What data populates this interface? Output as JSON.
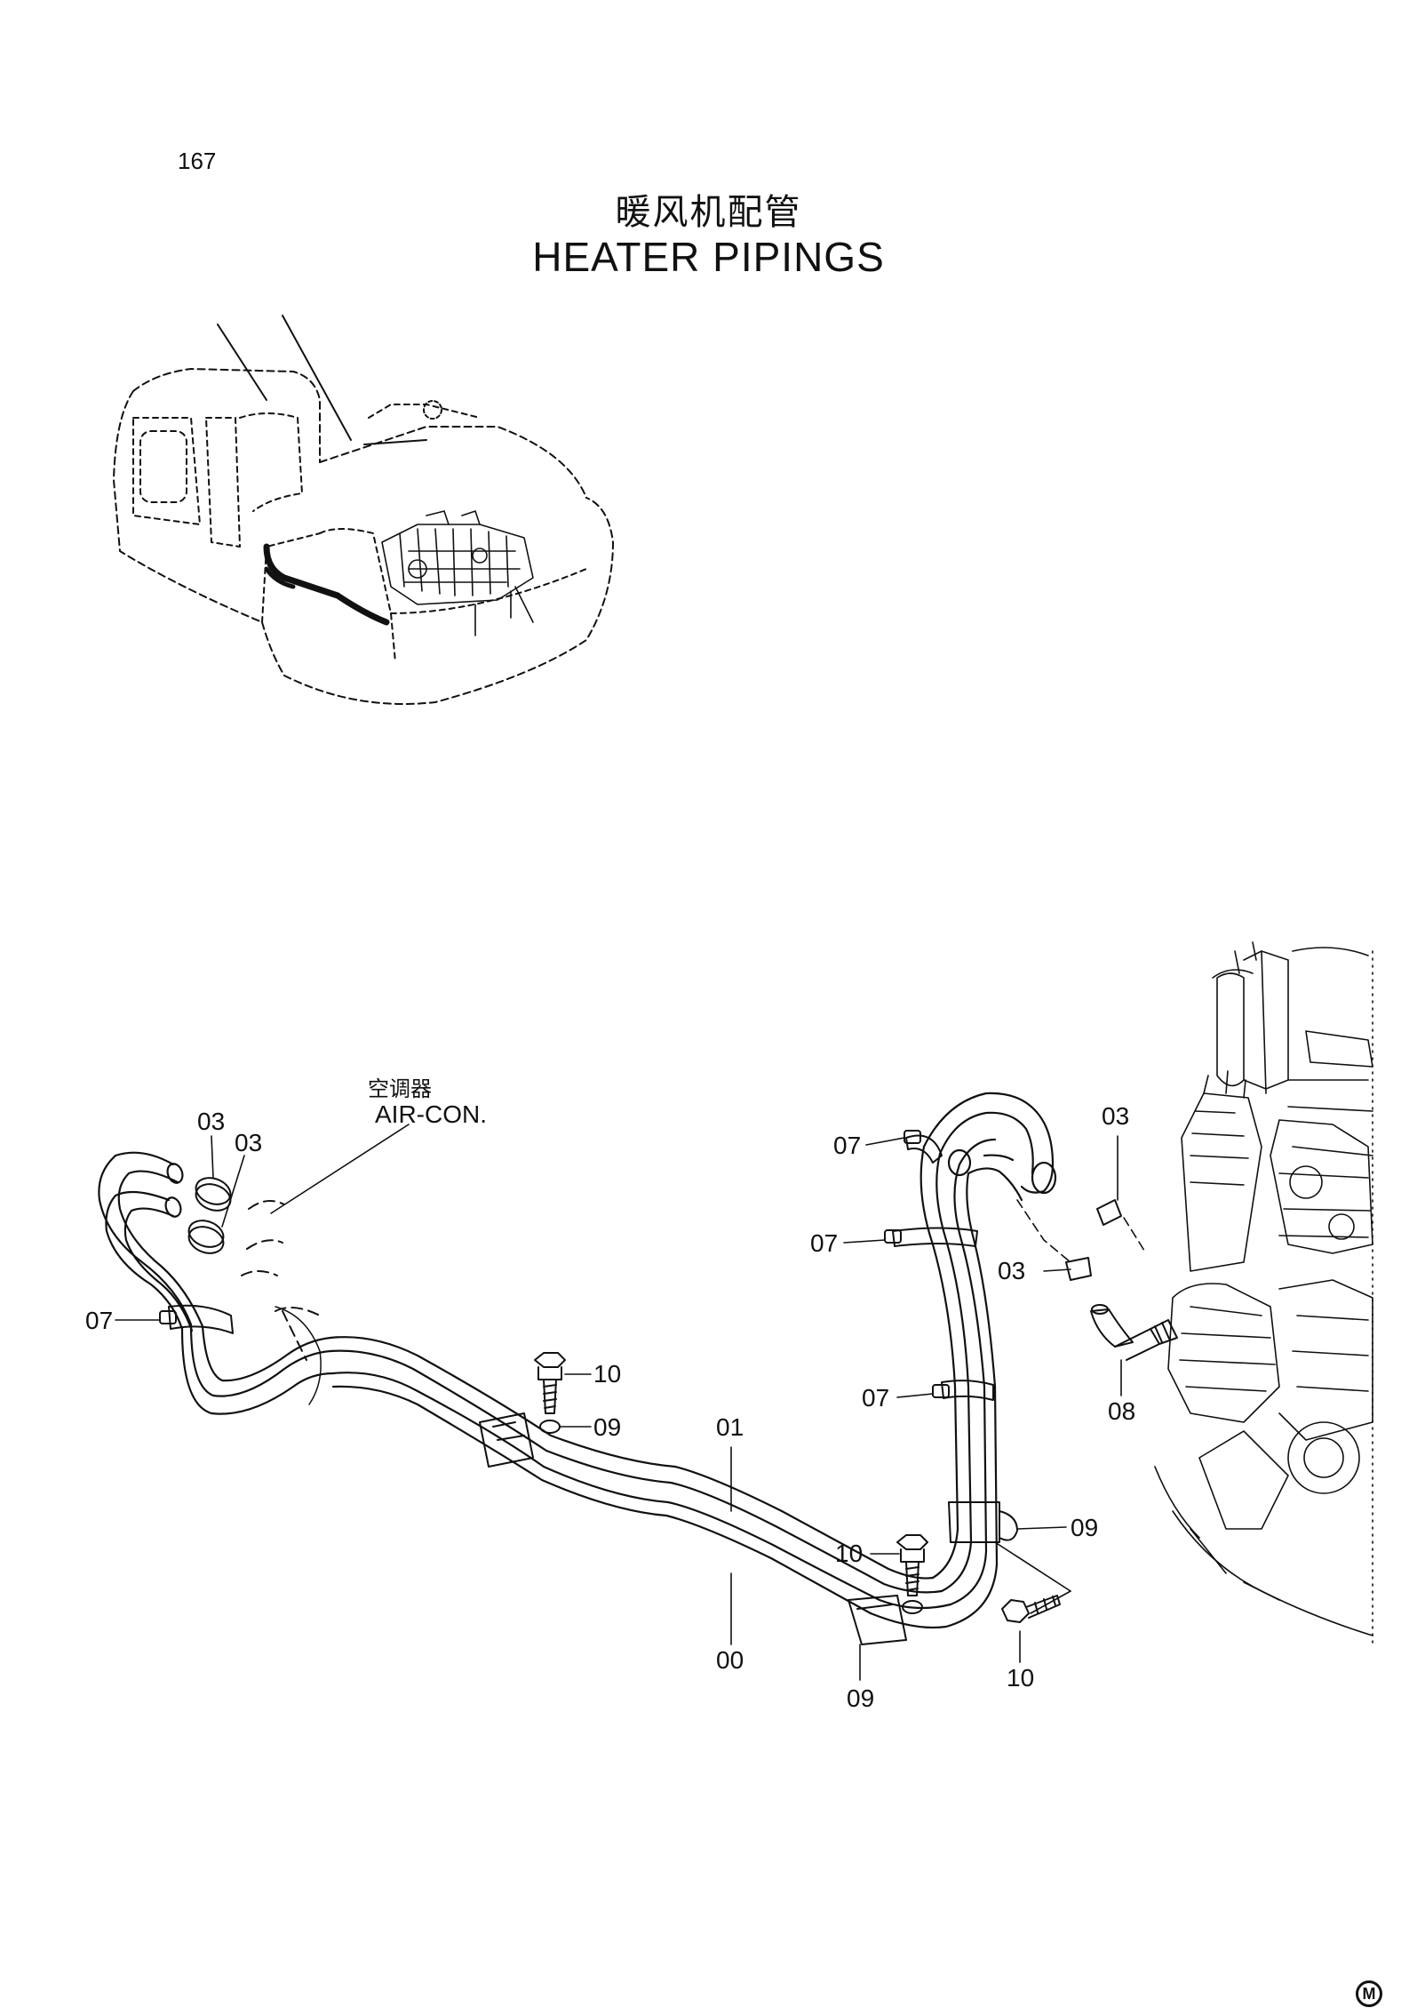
{
  "page_number": "167",
  "title": {
    "chinese": "暖风机配管",
    "english": "HEATER PIPINGS"
  },
  "air_con_label": {
    "chinese": "空调器",
    "english": "AIR-CON."
  },
  "callouts": {
    "c03_a": "03",
    "c03_b": "03",
    "c07_a": "07",
    "c10_a": "10",
    "c09_a": "09",
    "c01": "01",
    "c00": "00",
    "c10_b": "10",
    "c09_b": "09",
    "c07_b": "07",
    "c07_c": "07",
    "c07_d": "07",
    "c03_c": "03",
    "c03_d": "03",
    "c08": "08",
    "c09_c": "09",
    "c10_c": "10"
  },
  "manufacturer_mark": "M"
}
